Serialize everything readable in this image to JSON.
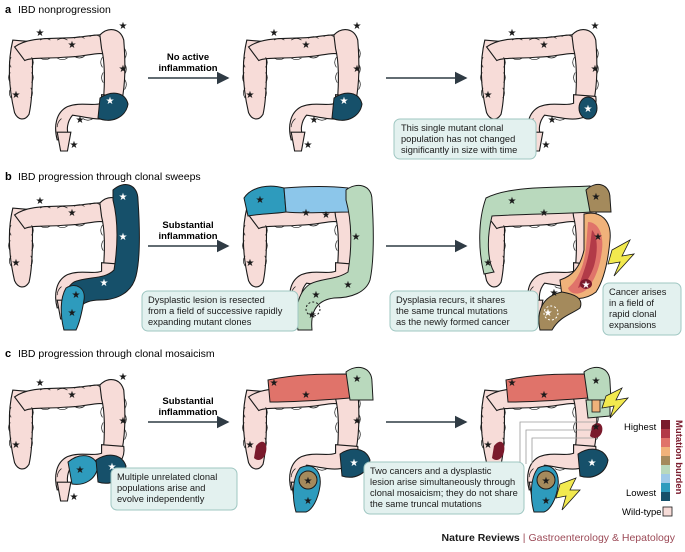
{
  "panels": {
    "a": {
      "letter": "a",
      "title": "IBD nonprogression",
      "arrow_label": "No active inflammation",
      "caption": "This single mutant clonal population has not changed significantly in size with time"
    },
    "b": {
      "letter": "b",
      "title": "IBD progression through clonal sweeps",
      "arrow_label": "Substantial inflammation",
      "caption_left": "Dysplastic lesion is resected from a field of successive rapidly expanding mutant clones",
      "caption_mid": "Dysplasia recurs, it shares the same truncal mutations as the newly formed cancer",
      "caption_right": "Cancer arises in a field of rapid clonal expansions"
    },
    "c": {
      "letter": "c",
      "title": "IBD progression through clonal mosaicism",
      "arrow_label": "Substantial inflammation",
      "caption_left": "Multiple unrelated clonal populations arise and evolve independently",
      "caption_mid": "Two cancers and a dysplastic lesion arise simultaneously through clonal mosaicism; they do not share the same truncal mutations"
    }
  },
  "legend": {
    "title": "Mutation burden",
    "highest": "Highest",
    "lowest": "Lowest",
    "wildtype": "Wild-type",
    "colors": [
      "#7a1a2c",
      "#b23a48",
      "#e0736a",
      "#f0b27a",
      "#a48a5c",
      "#b9d9bd",
      "#9fc9e8",
      "#2e9bbd",
      "#16506a"
    ],
    "wildtype_color": "#f7dcd8"
  },
  "colors": {
    "wildtype": "#f7dcd8",
    "navy": "#16506a",
    "teal": "#2e9bbd",
    "sky": "#8cc6ea",
    "mint": "#b9d9bd",
    "brown": "#a48a5c",
    "coral": "#e0736a",
    "crimson": "#b23a48",
    "maroon": "#7a1a2c",
    "caption_bg": "#e3f1ef",
    "caption_border": "#9fc7c2",
    "accent": "#9c4a57"
  },
  "footer": {
    "brand": "Nature Reviews",
    "separator": "|",
    "journal": "Gastroenterology & Hepatology"
  }
}
